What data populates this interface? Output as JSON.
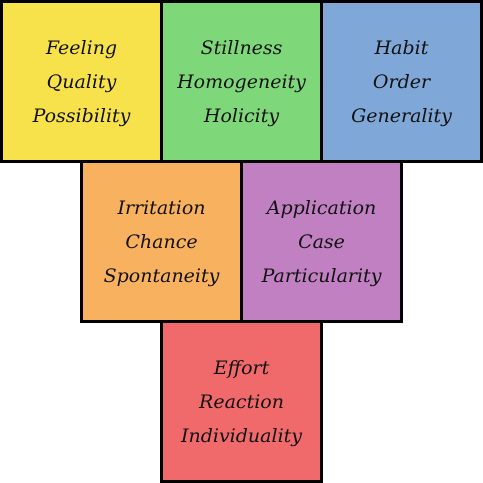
{
  "boxes": [
    {
      "id": "feeling",
      "color": "#f7e24b",
      "lines": [
        "Feeling",
        "Quality",
        "Possibility"
      ]
    },
    {
      "id": "stillness",
      "color": "#7ed87a",
      "lines": [
        "Stillness",
        "Homogeneity",
        "Holicity"
      ]
    },
    {
      "id": "habit",
      "color": "#7fa8d8",
      "lines": [
        "Habit",
        "Order",
        "Generality"
      ]
    },
    {
      "id": "irritation",
      "color": "#f8b15e",
      "lines": [
        "Irritation",
        "Chance",
        "Spontaneity"
      ]
    },
    {
      "id": "application",
      "color": "#c180c2",
      "lines": [
        "Application",
        "Case",
        "Particularity"
      ]
    },
    {
      "id": "effort",
      "color": "#f06a6c",
      "lines": [
        "Effort",
        "Reaction",
        "Individuality"
      ]
    }
  ]
}
